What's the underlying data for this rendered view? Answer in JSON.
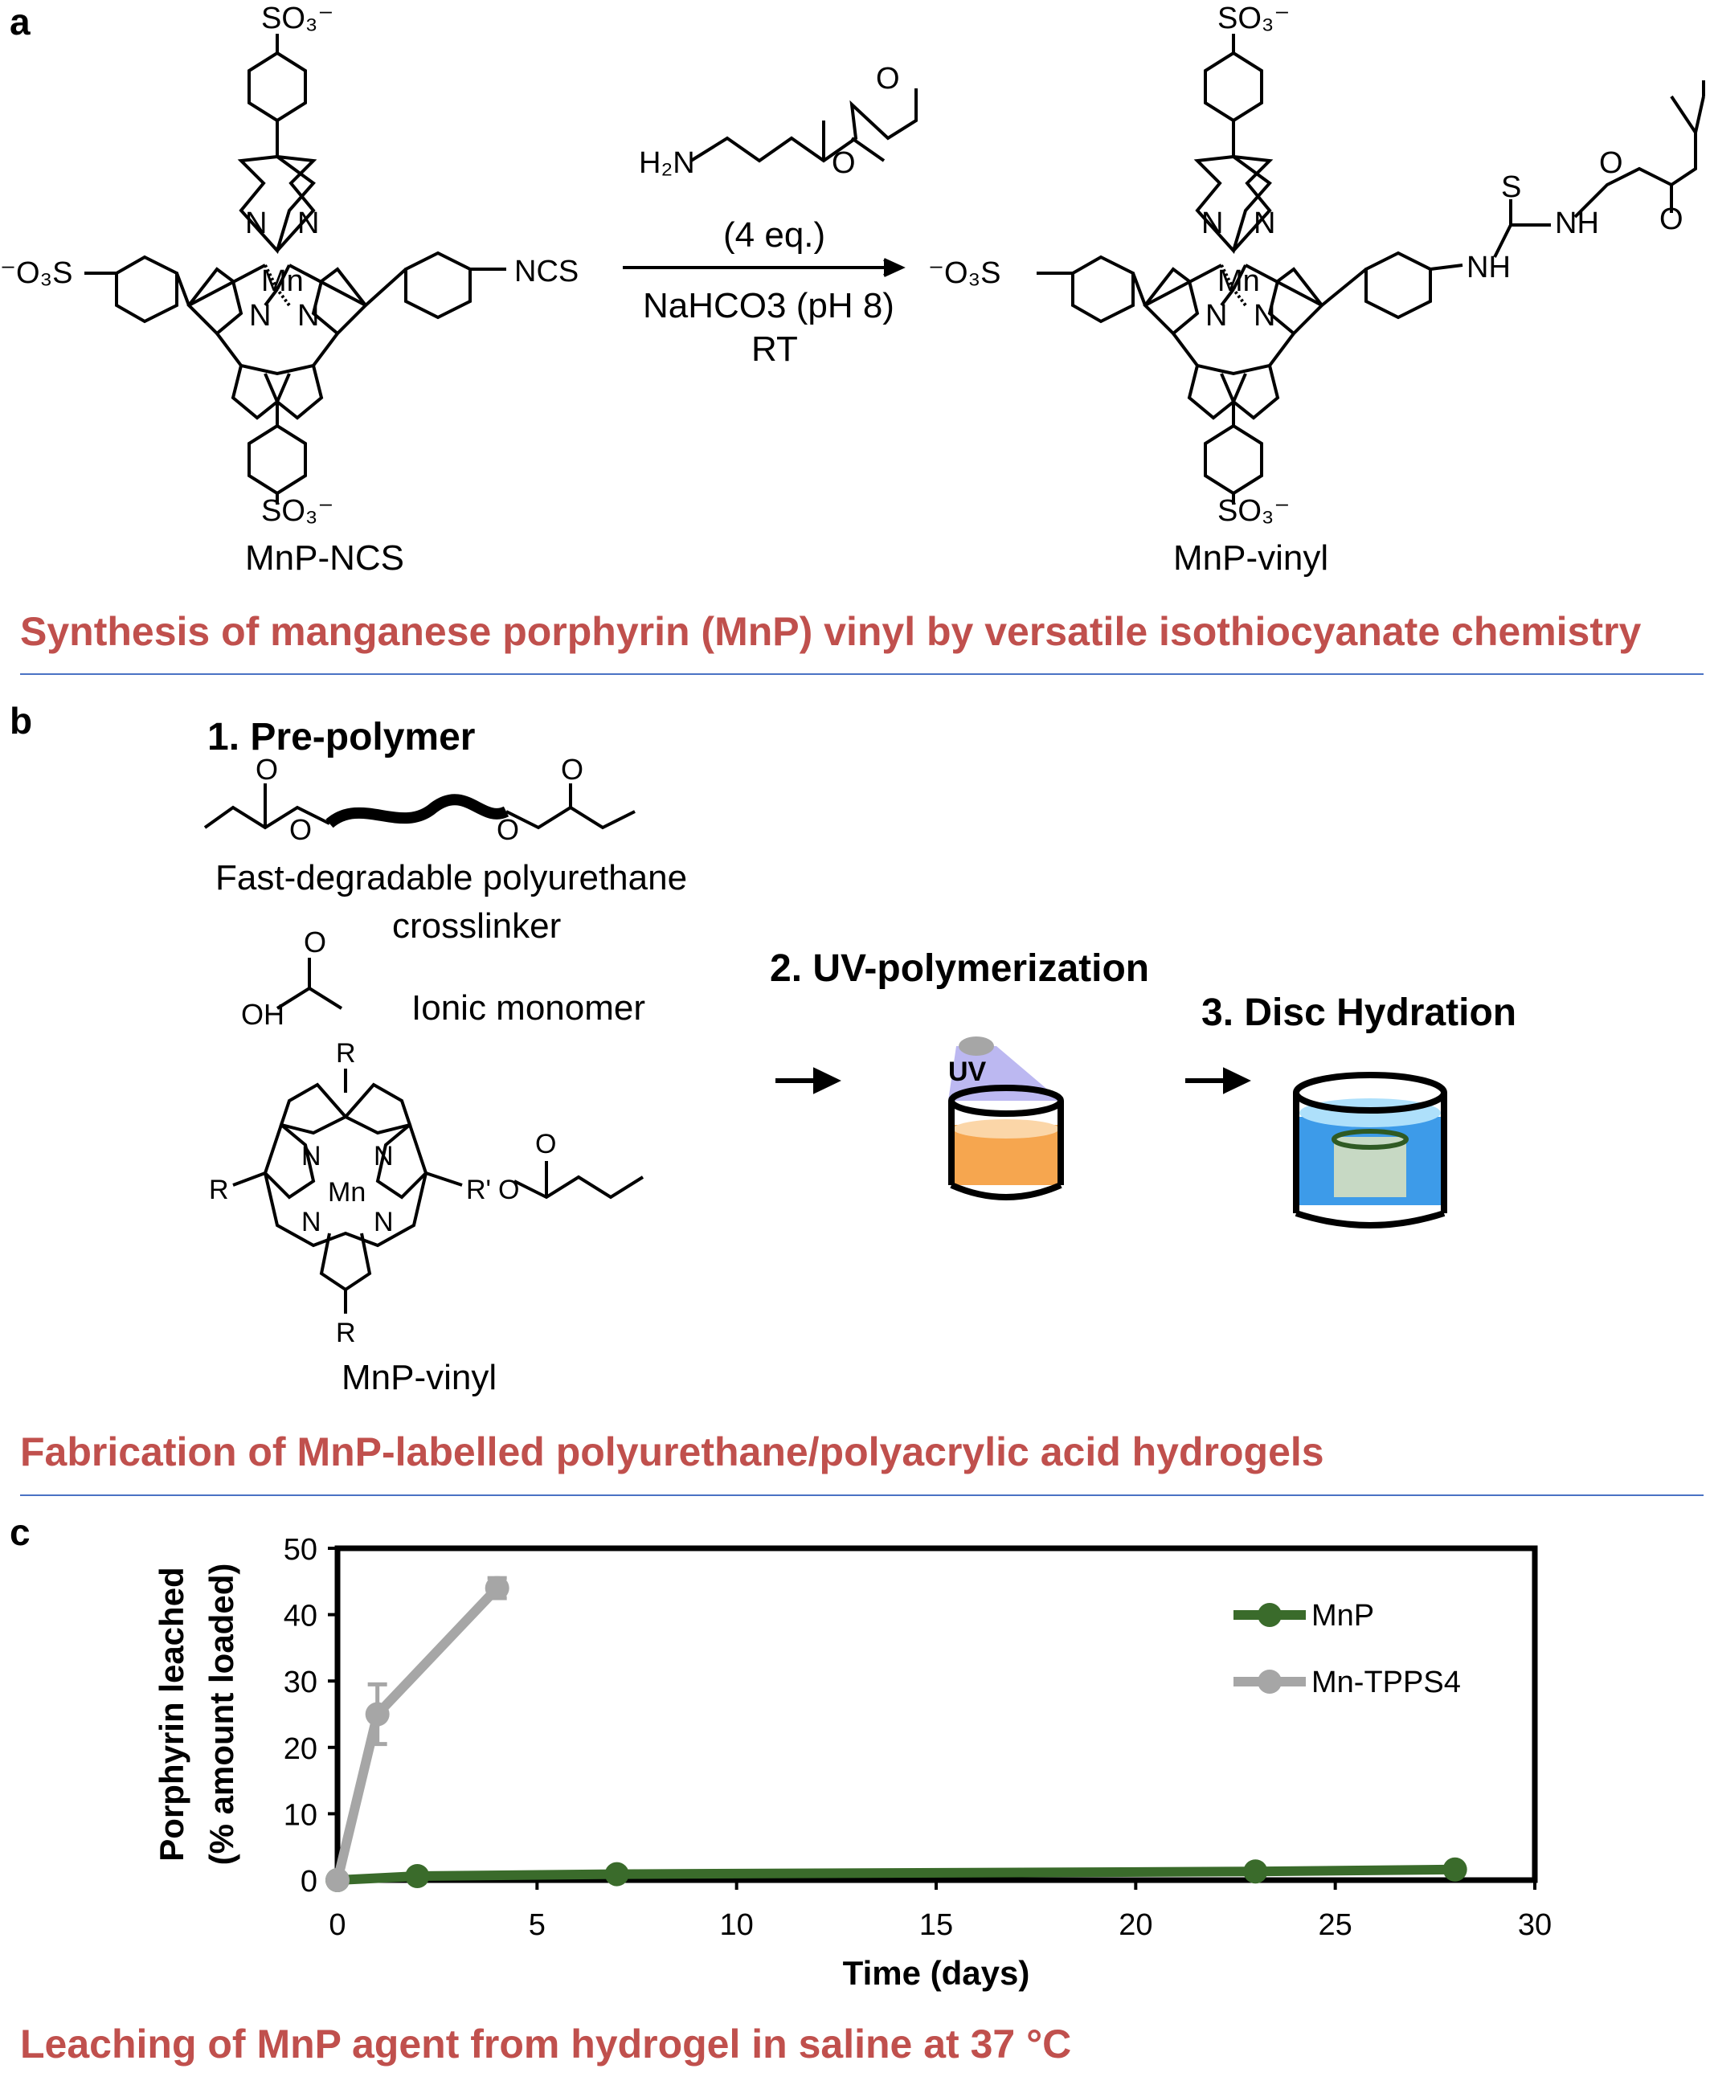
{
  "panels": {
    "a": {
      "letter": "a",
      "left_label": "MnP-NCS",
      "right_label": "MnP-vinyl",
      "reagent_text": "(4 eq.)",
      "condition_1": "NaHCO3 (pH 8)",
      "condition_2": "RT",
      "caption": "Synthesis of manganese porphyrin (MnP) vinyl by versatile isothiocyanate chemistry"
    },
    "b": {
      "letter": "b",
      "step1_title": "1. Pre-polymer",
      "crosslinker_line1": "Fast-degradable polyurethane",
      "crosslinker_line2": "crosslinker",
      "ionic_monomer": "Ionic monomer",
      "porphyrin_label": "MnP-vinyl",
      "step2_title": "2. UV-polymerization",
      "uv_text": "UV",
      "step3_title": "3. Disc Hydration",
      "caption": "Fabrication of MnP-labelled polyurethane/polyacrylic acid hydrogels"
    },
    "c": {
      "letter": "c",
      "caption": "Leaching of MnP agent from hydrogel in saline at 37 °C"
    }
  },
  "colors": {
    "caption": "#c0504d",
    "divider": "#4a72c4",
    "mnp_series": "#3a6b2b",
    "tpps_series": "#a6a6a6",
    "uv_beam": "#b8b4f0",
    "orange_disc": "#f6a64f",
    "blue_water": "#3d9be9"
  },
  "chart_data": {
    "type": "line",
    "xlabel": "Time (days)",
    "ylabel_line1": "Porphyrin leached",
    "ylabel_line2": "(% amount loaded)",
    "xlim": [
      0,
      30
    ],
    "ylim": [
      0,
      50
    ],
    "xticks": [
      0,
      5,
      10,
      15,
      20,
      25,
      30
    ],
    "yticks": [
      0,
      10,
      20,
      30,
      40,
      50
    ],
    "grid": false,
    "legend_position": "top-right",
    "series": [
      {
        "name": "MnP",
        "color": "#3a6b2b",
        "x": [
          0,
          2,
          7,
          23,
          28
        ],
        "y": [
          0,
          0.6,
          0.9,
          1.3,
          1.6
        ],
        "err": [
          0,
          0,
          0,
          0,
          0
        ]
      },
      {
        "name": "Mn-TPPS4",
        "color": "#a6a6a6",
        "x": [
          0,
          1,
          4
        ],
        "y": [
          0,
          25,
          44
        ],
        "err": [
          0,
          4.5,
          1.5
        ]
      }
    ]
  }
}
